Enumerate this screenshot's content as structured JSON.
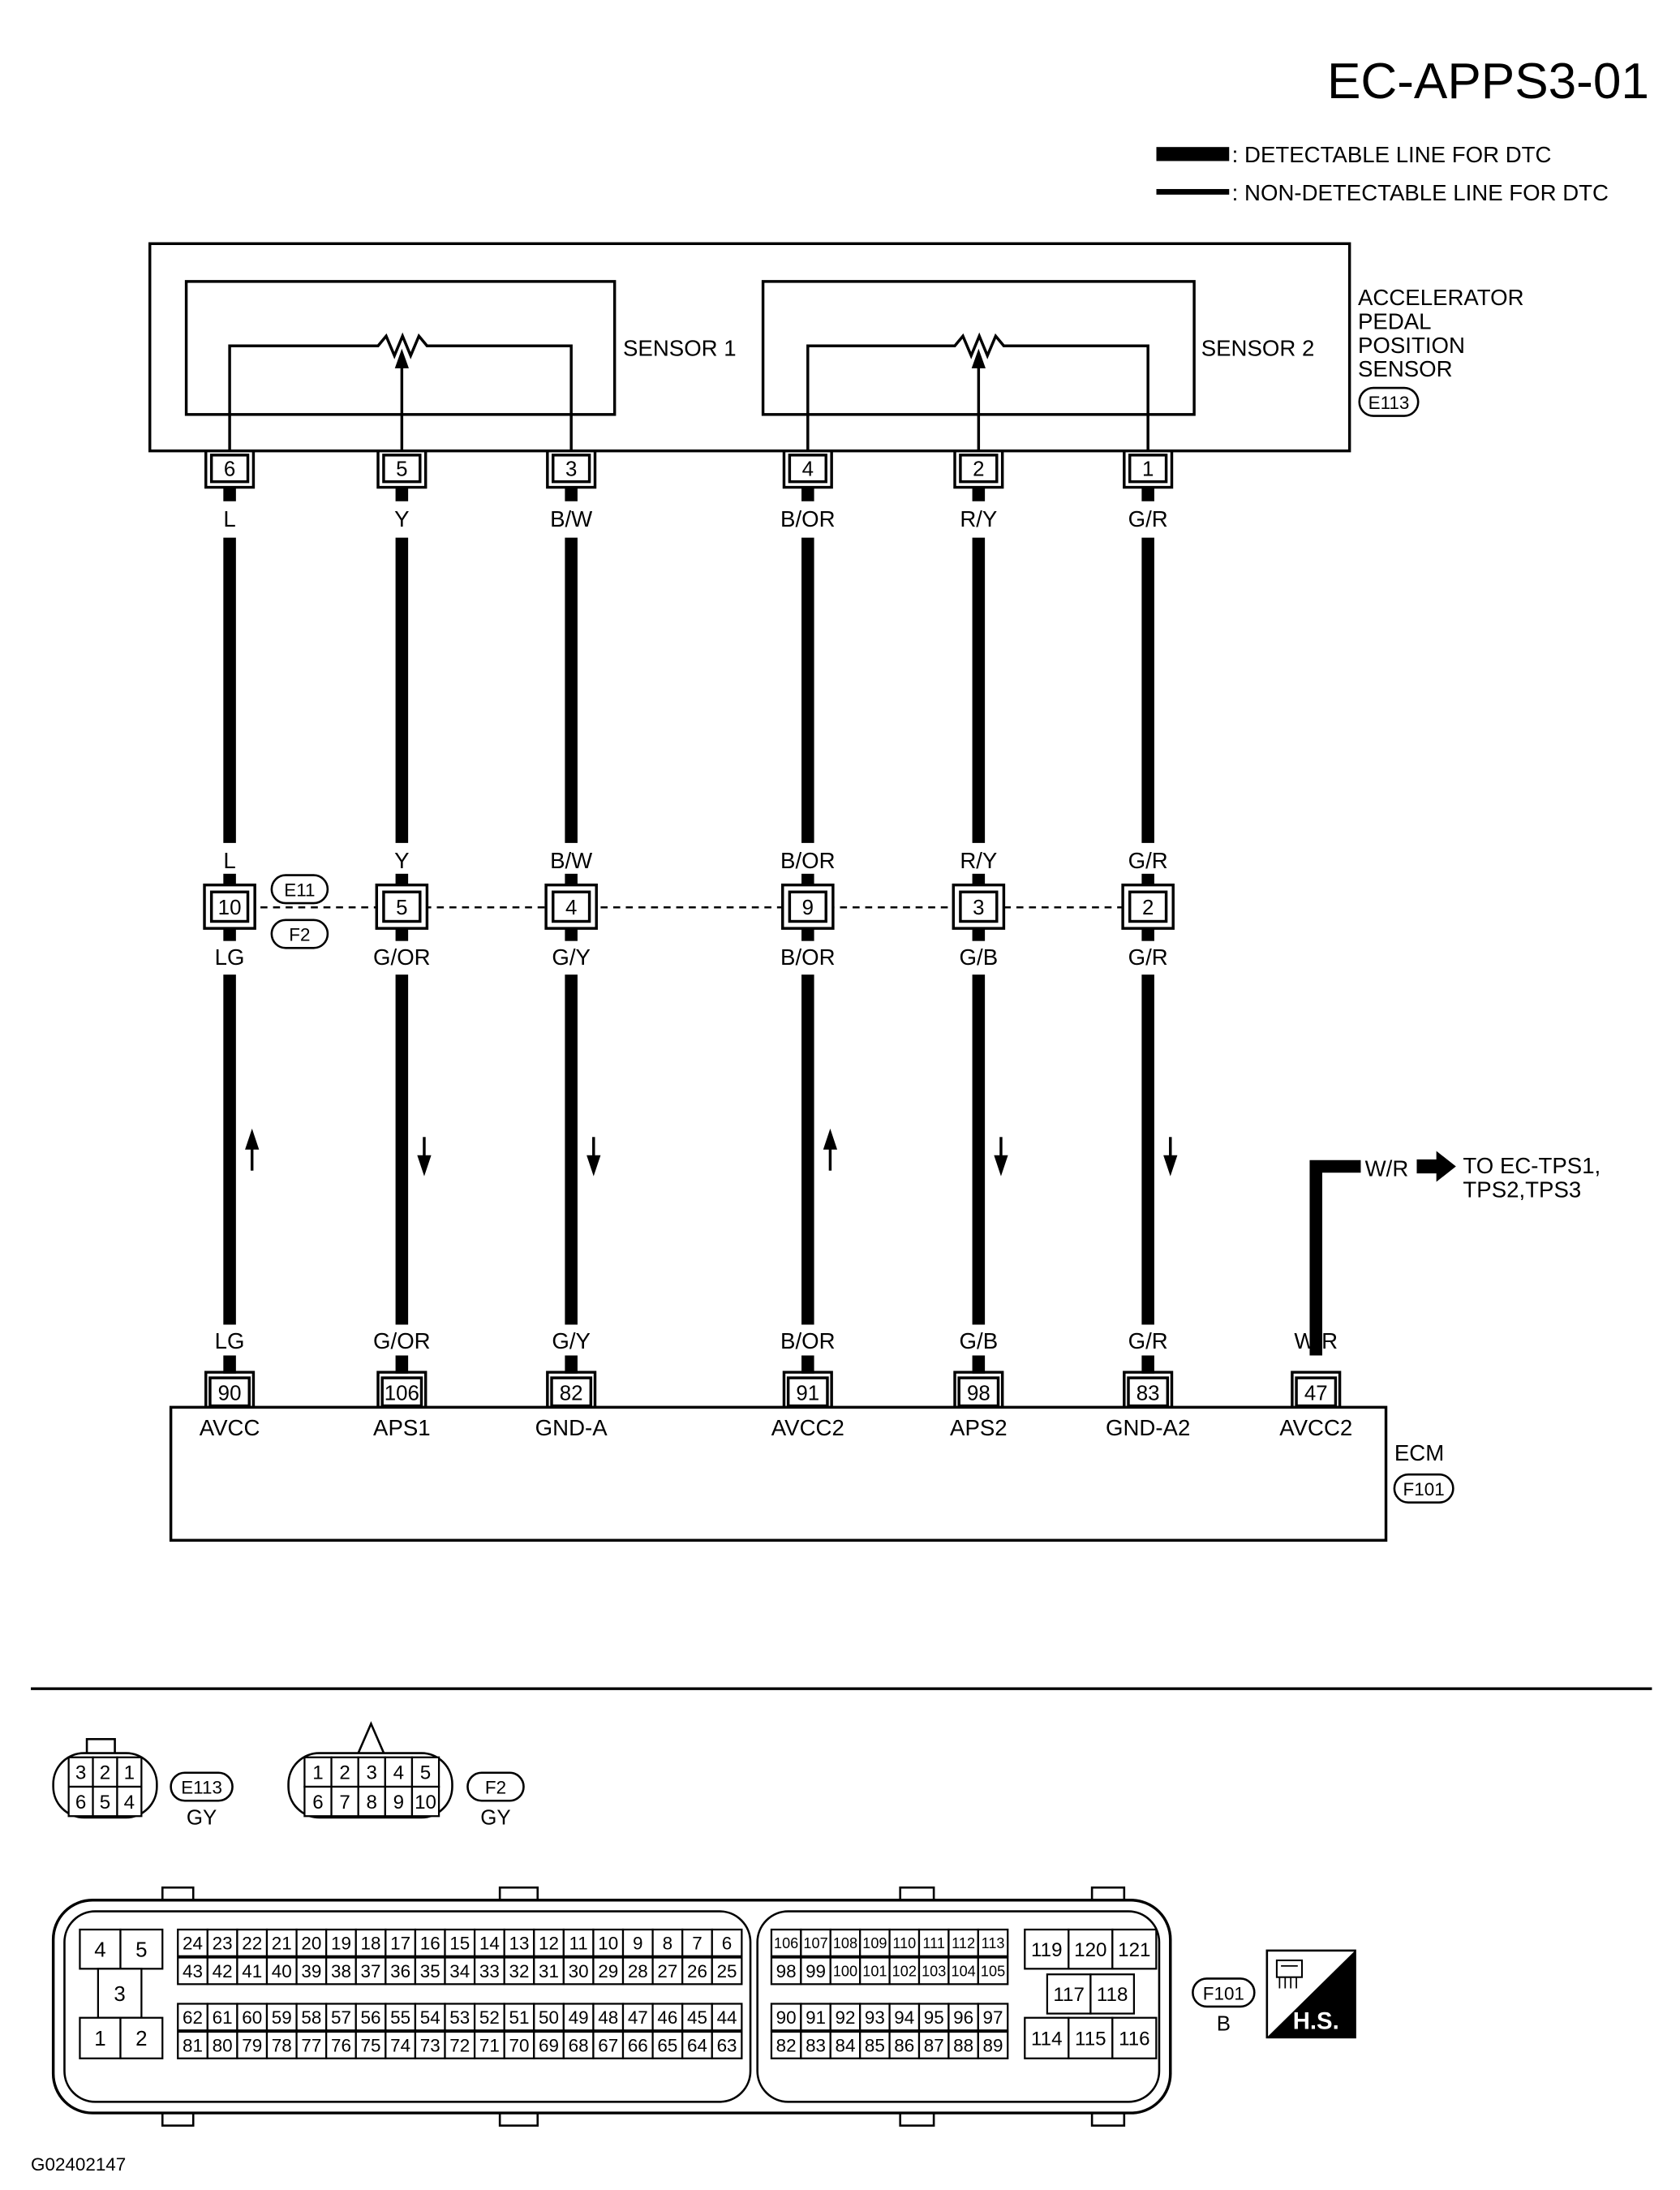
{
  "title": "EC-APPS3-01",
  "legend": {
    "detectable": ": DETECTABLE LINE FOR DTC",
    "non_detectable": ": NON-DETECTABLE LINE FOR DTC"
  },
  "sensor": {
    "name_lines": [
      "ACCELERATOR",
      "PEDAL",
      "POSITION",
      "SENSOR"
    ],
    "connector": "E113",
    "sensor1_label": "SENSOR 1",
    "sensor2_label": "SENSOR 2"
  },
  "inline_connector": {
    "top_label": "E11",
    "bottom_label": "F2"
  },
  "circuits": [
    {
      "sensor_pin": "6",
      "wire_top": "L",
      "mid_top": "L",
      "mid_pin": "10",
      "mid_bottom": "LG",
      "ecm_wire": "LG",
      "ecm_pin": "90",
      "ecm_terminal": "AVCC",
      "arrow_icon": "arrow-up-icon"
    },
    {
      "sensor_pin": "5",
      "wire_top": "Y",
      "mid_top": "Y",
      "mid_pin": "5",
      "mid_bottom": "G/OR",
      "ecm_wire": "G/OR",
      "ecm_pin": "106",
      "ecm_terminal": "APS1",
      "arrow_icon": "arrow-down-icon"
    },
    {
      "sensor_pin": "3",
      "wire_top": "B/W",
      "mid_top": "B/W",
      "mid_pin": "4",
      "mid_bottom": "G/Y",
      "ecm_wire": "G/Y",
      "ecm_pin": "82",
      "ecm_terminal": "GND-A",
      "arrow_icon": "arrow-down-icon"
    },
    {
      "sensor_pin": "4",
      "wire_top": "B/OR",
      "mid_top": "B/OR",
      "mid_pin": "9",
      "mid_bottom": "B/OR",
      "ecm_wire": "B/OR",
      "ecm_pin": "91",
      "ecm_terminal": "AVCC2",
      "arrow_icon": "arrow-up-icon"
    },
    {
      "sensor_pin": "2",
      "wire_top": "R/Y",
      "mid_top": "R/Y",
      "mid_pin": "3",
      "mid_bottom": "G/B",
      "ecm_wire": "G/B",
      "ecm_pin": "98",
      "ecm_terminal": "APS2",
      "arrow_icon": "arrow-down-icon"
    },
    {
      "sensor_pin": "1",
      "wire_top": "G/R",
      "mid_top": "G/R",
      "mid_pin": "2",
      "mid_bottom": "G/R",
      "ecm_wire": "G/R",
      "ecm_pin": "83",
      "ecm_terminal": "GND-A2",
      "arrow_icon": "arrow-down-icon"
    }
  ],
  "ecm": {
    "label": "ECM",
    "connector": "F101",
    "extra_circuit": {
      "wire": "W/R",
      "pin": "47",
      "terminal": "AVCC2",
      "destination_lines": [
        "TO EC-TPS1,",
        "TPS2,TPS3"
      ]
    }
  },
  "connector_views": {
    "e113": {
      "label": "E113",
      "color": "GY",
      "rows": [
        [
          "3",
          "2",
          "1"
        ],
        [
          "6",
          "5",
          "4"
        ]
      ]
    },
    "f2": {
      "label": "F2",
      "color": "GY",
      "rows": [
        [
          "1",
          "2",
          "3",
          "4",
          "5"
        ],
        [
          "6",
          "7",
          "8",
          "9",
          "10"
        ]
      ]
    },
    "f101": {
      "label": "F101",
      "color": "B",
      "left_small_rows": [
        [
          "4",
          "5"
        ],
        [
          "3"
        ],
        [
          "1",
          "2"
        ]
      ],
      "left_grid_rows": [
        [
          "24",
          "23",
          "22",
          "21",
          "20",
          "19",
          "18",
          "17",
          "16",
          "15",
          "14",
          "13",
          "12",
          "11",
          "10",
          "9",
          "8",
          "7",
          "6"
        ],
        [
          "43",
          "42",
          "41",
          "40",
          "39",
          "38",
          "37",
          "36",
          "35",
          "34",
          "33",
          "32",
          "31",
          "30",
          "29",
          "28",
          "27",
          "26",
          "25"
        ],
        [
          "62",
          "61",
          "60",
          "59",
          "58",
          "57",
          "56",
          "55",
          "54",
          "53",
          "52",
          "51",
          "50",
          "49",
          "48",
          "47",
          "46",
          "45",
          "44"
        ],
        [
          "81",
          "80",
          "79",
          "78",
          "77",
          "76",
          "75",
          "74",
          "73",
          "72",
          "71",
          "70",
          "69",
          "68",
          "67",
          "66",
          "65",
          "64",
          "63"
        ]
      ],
      "right_grid_rows": [
        [
          "106",
          "107",
          "108",
          "109",
          "110",
          "111",
          "112",
          "113"
        ],
        [
          "98",
          "99",
          "100",
          "101",
          "102",
          "103",
          "104",
          "105"
        ],
        [
          "90",
          "91",
          "92",
          "93",
          "94",
          "95",
          "96",
          "97"
        ],
        [
          "82",
          "83",
          "84",
          "85",
          "86",
          "87",
          "88",
          "89"
        ]
      ],
      "right_small_rows": [
        [
          "119",
          "120",
          "121"
        ],
        [
          "117",
          "118"
        ],
        [
          "114",
          "115",
          "116"
        ]
      ]
    }
  },
  "logo_text": "H.S.",
  "figure_id": "G02402147",
  "colors": {
    "line": "#000000",
    "background": "#ffffff"
  }
}
